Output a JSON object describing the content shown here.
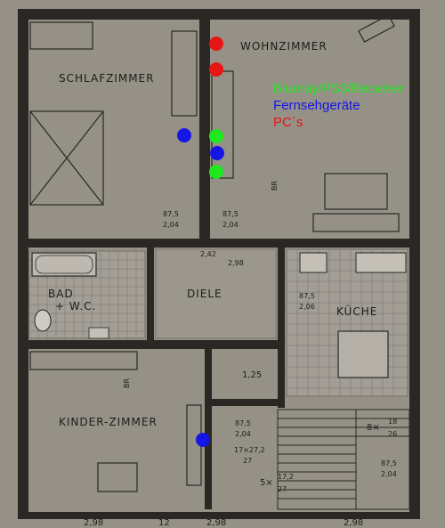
{
  "rooms": {
    "schlafzimmer": "SCHLAFZIMMER",
    "wohnzimmer": "WOHNZIMMER",
    "bad": "BAD",
    "wc": "+ W.C.",
    "diele": "DIELE",
    "kueche": "KÜCHE",
    "kinderzimmer": "KINDER-ZIMMER"
  },
  "dimensions": {
    "d1_top": "87,5",
    "d1_bot": "2,04",
    "d2_top": "87,5",
    "d2_bot": "2,04",
    "d_242": "2,42",
    "d_298_mid": "2,98",
    "d_kueche_top": "87,5",
    "d_kueche_bot": "2,06",
    "d_125": "1,25",
    "d_87_top": "87,5",
    "d_87_bot": "2,04",
    "d_17x": "17×27,2",
    "d_17x_bot": "27",
    "d_8x": "8×",
    "d_8x_top": "18",
    "d_8x_bot": "26",
    "d_5x": "5×",
    "d_5x_top": "17,2",
    "d_5x_bot": "27",
    "d_stair_top": "87,5",
    "d_stair_bot": "2,04",
    "d_br1": "BR",
    "d_br2": "BR",
    "bottom_298": "2,98",
    "bottom_12": "12",
    "bottom_298b": "2,98",
    "bottom_2298": "2,98"
  },
  "legend": {
    "green_label": "Blueray/PS3/Receiver",
    "blue_label": "Fernsehgeräte",
    "red_label": "PC´s",
    "green": "#1fe81f",
    "blue": "#1515e6",
    "red": "#e81515"
  },
  "markers": {
    "pc": [
      {
        "type": "red"
      },
      {
        "type": "red"
      }
    ],
    "tv": [
      {
        "type": "blue"
      },
      {
        "type": "blue"
      },
      {
        "type": "blue"
      }
    ],
    "media": [
      {
        "type": "green"
      },
      {
        "type": "green"
      }
    ]
  }
}
